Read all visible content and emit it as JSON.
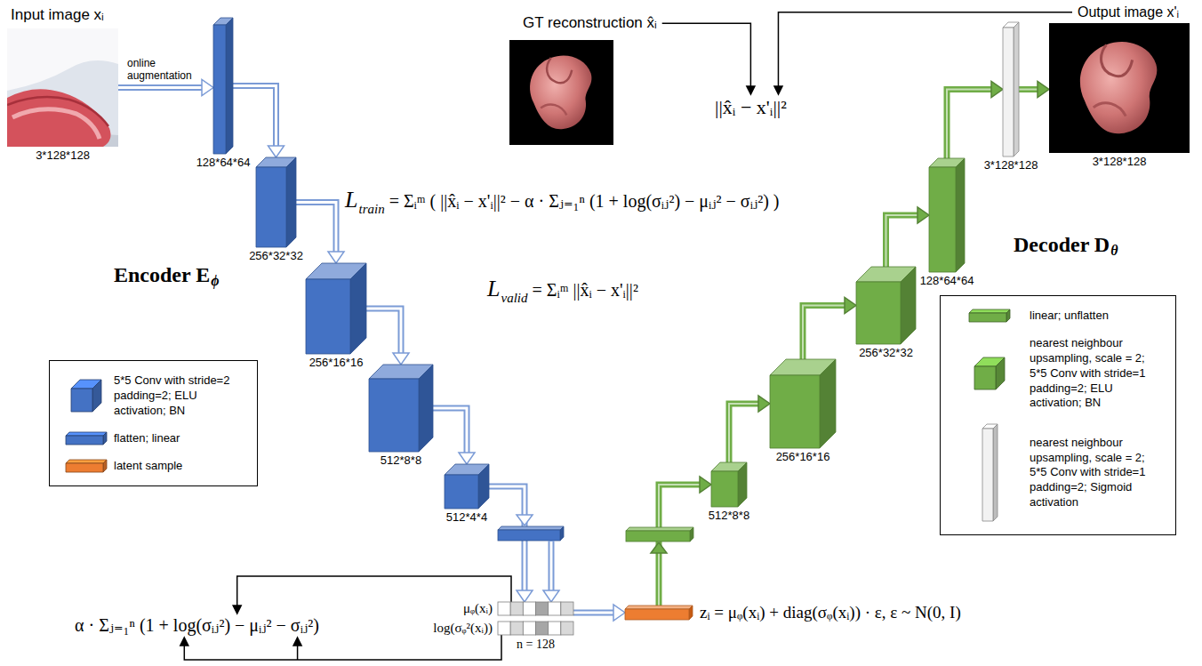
{
  "diagram": {
    "nodes": [
      {
        "text": [
          "Input image xᵢ",
          "3*128*128"
        ]
      },
      {
        "text": [
          "128*64*64"
        ]
      },
      {
        "text": [
          "256*32*32"
        ]
      },
      {
        "text": [
          "256*16*16"
        ]
      },
      {
        "text": [
          "512*8*8"
        ]
      },
      {
        "text": [
          "512*4*4"
        ]
      },
      {
        "text": [
          "μᵩ(xᵢ)",
          "log(σᵩ²(xᵢ))",
          "n = 128"
        ]
      },
      {
        "text": [
          "zᵢ = μᵩ(xᵢ) + diag(σᵩ(xᵢ)) · ε, ε ~ N(0, I)"
        ]
      },
      {
        "text": [
          "512*8*8"
        ]
      },
      {
        "text": [
          "256*16*16"
        ]
      },
      {
        "text": [
          "256*32*32"
        ]
      },
      {
        "text": [
          "128*64*64"
        ]
      },
      {
        "text": [
          "3*128*128"
        ]
      },
      {
        "text": [
          "Output image x'ᵢ",
          "3*128*128"
        ]
      },
      {
        "text": [
          "GT reconstruction x̂ᵢ"
        ]
      },
      {
        "text": [
          "||x̂ᵢ − x'ᵢ||²"
        ]
      },
      {
        "text": [
          "α · Σⱼ₌₁ⁿ (1 + log(σᵢⱼ²) − μᵢⱼ² − σᵢⱼ²)"
        ]
      }
    ],
    "edges": [
      {
        "from": 0,
        "to": 1,
        "arrow": "to",
        "label": "online augmentation"
      },
      {
        "from": 1,
        "to": 2,
        "arrow": "to"
      },
      {
        "from": 2,
        "to": 3,
        "arrow": "to"
      },
      {
        "from": 3,
        "to": 4,
        "arrow": "to"
      },
      {
        "from": 4,
        "to": 5,
        "arrow": "to"
      },
      {
        "from": 5,
        "to": 6,
        "arrow": "to"
      },
      {
        "from": 6,
        "to": 7,
        "arrow": "to"
      },
      {
        "from": 6,
        "to": 16,
        "arrow": "to"
      },
      {
        "from": 6,
        "to": 16,
        "arrow": "to"
      },
      {
        "from": 7,
        "to": 8,
        "arrow": "to"
      },
      {
        "from": 8,
        "to": 9,
        "arrow": "to"
      },
      {
        "from": 9,
        "to": 10,
        "arrow": "to"
      },
      {
        "from": 10,
        "to": 11,
        "arrow": "to"
      },
      {
        "from": 11,
        "to": 12,
        "arrow": "to"
      },
      {
        "from": 12,
        "to": 13,
        "arrow": "to"
      },
      {
        "from": 14,
        "to": 15,
        "arrow": "to"
      },
      {
        "from": 13,
        "to": 15,
        "arrow": "to"
      }
    ],
    "labels": [
      "L",
      "train",
      "= Σᵢᵐ ( ||x̂ᵢ − x'ᵢ||² − α · Σⱼ₌₁ⁿ (1 + log(σᵢⱼ²) − μᵢⱼ² − σᵢⱼ²) )",
      "L",
      "valid",
      "= Σᵢᵐ ||x̂ᵢ − x'ᵢ||²",
      "Encoder E",
      "ϕ",
      "Decoder D",
      "θ"
    ],
    "legend": [
      {
        "text": "5*5 Conv with stride=2 padding=2; ELU activation; BN",
        "color": "#4472c4"
      },
      {
        "text": "flatten; linear",
        "color": "#4472c4"
      },
      {
        "text": "latent sample",
        "color": "#ed7d31"
      },
      {
        "text": "linear; unflatten",
        "color": "#70ad47"
      },
      {
        "text": "nearest neighbour upsampling, scale = 2; 5*5 Conv with stride=1 padding=2; ELU activation; BN",
        "color": "#70ad47"
      },
      {
        "text": "nearest neighbour upsampling, scale = 2; 5*5 Conv with stride=1 padding=2; Sigmoid activation",
        "color": "#f2f2f2"
      }
    ]
  }
}
